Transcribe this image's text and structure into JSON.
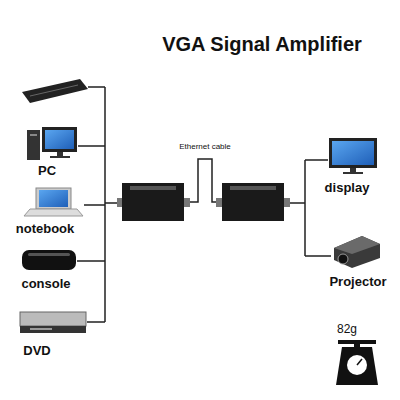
{
  "diagram": {
    "title": "VGA Signal Amplifier",
    "nodes": [
      {
        "text": [
          "PC"
        ]
      },
      {
        "text": [
          "notebook"
        ]
      },
      {
        "text": [
          "console"
        ]
      },
      {
        "text": [
          "DVD"
        ]
      },
      {
        "text": [
          "display"
        ]
      },
      {
        "text": [
          "Projector"
        ]
      }
    ],
    "labels": [
      "Ethernet cable",
      "82g"
    ]
  }
}
